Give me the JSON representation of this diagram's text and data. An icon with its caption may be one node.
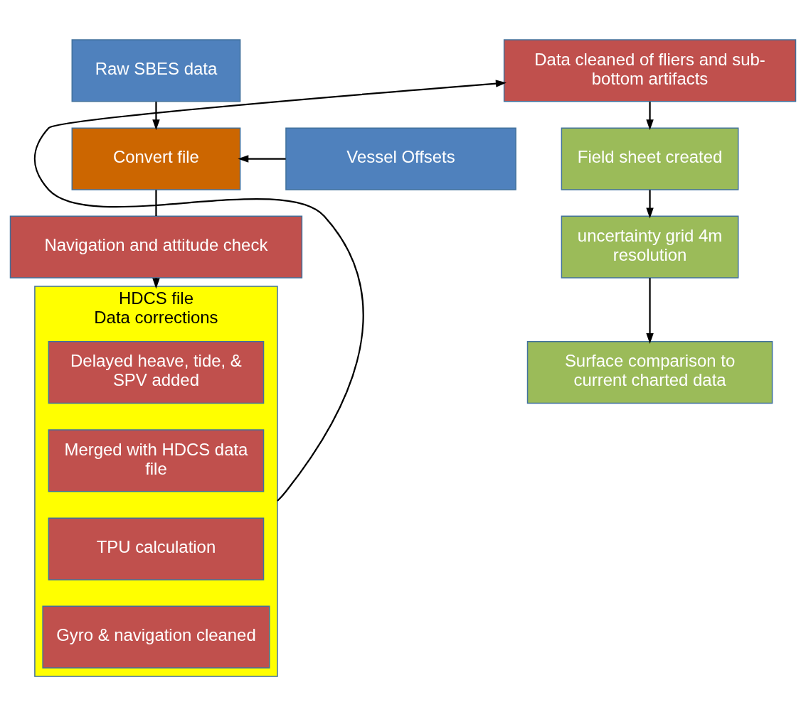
{
  "diagram": {
    "nodes": [
      {
        "text": [
          "Raw SBES data"
        ]
      },
      {
        "text": [
          "Convert file"
        ]
      },
      {
        "text": [
          "Vessel Offsets"
        ]
      },
      {
        "text": [
          "Navigation and attitude check"
        ]
      },
      {
        "text": [
          "HDCS file",
          "Data corrections"
        ]
      },
      {
        "text": [
          "Delayed heave, tide, & SPV added"
        ],
        "in": 4
      },
      {
        "text": [
          "Merged with HDCS data file"
        ],
        "in": 4
      },
      {
        "text": [
          "TPU calculation"
        ],
        "in": 4
      },
      {
        "text": [
          "Gyro & navigation cleaned"
        ],
        "in": 4
      },
      {
        "text": [
          "Data cleaned of fliers and sub-bottom artifacts"
        ]
      },
      {
        "text": [
          "Field sheet created"
        ]
      },
      {
        "text": [
          "uncertainty grid 4m resolution"
        ]
      },
      {
        "text": [
          "Surface comparison to current charted data"
        ]
      }
    ],
    "edges": [
      {
        "from": 0,
        "to": 1,
        "arrow": "to"
      },
      {
        "from": 2,
        "to": 1,
        "arrow": "to"
      },
      {
        "from": 1,
        "to": 3,
        "arrow": "none"
      },
      {
        "from": 3,
        "to": 4,
        "arrow": "to"
      },
      {
        "from": 4,
        "to": 9,
        "arrow": "to"
      },
      {
        "from": 9,
        "to": 10,
        "arrow": "to"
      },
      {
        "from": 10,
        "to": 11,
        "arrow": "to"
      },
      {
        "from": 11,
        "to": 12,
        "arrow": "to"
      }
    ]
  }
}
